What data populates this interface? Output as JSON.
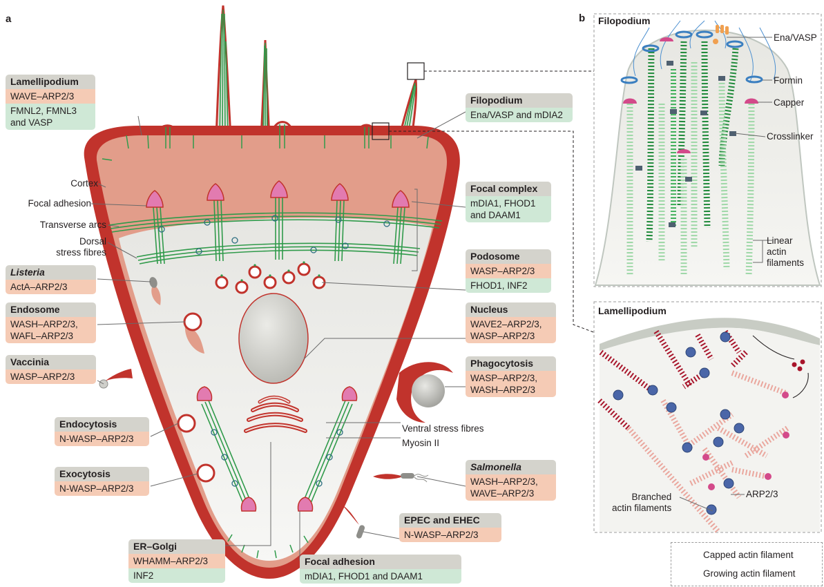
{
  "panel_a": {
    "letter": "a",
    "cell_labels": {
      "cortex": "Cortex",
      "focal_adhesion": "Focal adhesion",
      "transverse_arcs": "Transverse arcs",
      "dorsal_stress_fibres": "Dorsal\nstress fibres",
      "ventral_stress_fibres": "Ventral stress fibres",
      "myosin": "Myosin II"
    },
    "boxes": {
      "lamellipodium": {
        "title": "Lamellipodium",
        "rows": [
          "WAVE–ARP2/3",
          "FMNL2, FMNL3\nand VASP"
        ]
      },
      "filopodium": {
        "title": "Filopodium",
        "rows": [
          "Ena/VASP and mDIA2"
        ]
      },
      "focal_complex": {
        "title": "Focal complex",
        "rows": [
          "mDIA1, FHOD1\nand DAAM1"
        ]
      },
      "podosome": {
        "title": "Podosome",
        "rows": [
          "WASP–ARP2/3",
          "FHOD1, INF2"
        ]
      },
      "listeria": {
        "title": "Listeria",
        "rows": [
          "ActA–ARP2/3"
        ]
      },
      "endosome": {
        "title": "Endosome",
        "rows": [
          "WASH–ARP2/3,\nWAFL–ARP2/3"
        ]
      },
      "nucleus": {
        "title": "Nucleus",
        "rows": [
          "WAVE2–ARP2/3,\nWASP–ARP2/3"
        ]
      },
      "vaccinia": {
        "title": "Vaccinia",
        "rows": [
          "WASP–ARP2/3"
        ]
      },
      "phagocytosis": {
        "title": "Phagocytosis",
        "rows": [
          "WASP–ARP2/3,\nWASH–ARP2/3"
        ]
      },
      "endocytosis": {
        "title": "Endocytosis",
        "rows": [
          "N-WASP–ARP2/3"
        ]
      },
      "exocytosis": {
        "title": "Exocytosis",
        "rows": [
          "N-WASP–ARP2/3"
        ]
      },
      "salmonella": {
        "title": "Salmonella",
        "rows": [
          "WASH–ARP2/3,\nWAVE–ARP2/3"
        ]
      },
      "epec": {
        "title": "EPEC and EHEC",
        "rows": [
          "N-WASP–ARP2/3"
        ]
      },
      "er_golgi": {
        "title": "ER–Golgi",
        "rows": [
          "WHAMM–ARP2/3",
          "INF2"
        ]
      },
      "focal_adhesion_box": {
        "title": "Focal adhesion",
        "rows": [
          "mDIA1, FHOD1 and DAAM1"
        ]
      }
    }
  },
  "panel_b": {
    "letter": "b",
    "filopodium": {
      "title": "Filopodium",
      "labels": {
        "ena_vasp": "Ena/VASP",
        "formin": "Formin",
        "capper": "Capper",
        "crosslinker": "Crosslinker",
        "linear": "Linear\nactin\nfilaments"
      }
    },
    "lamellipodium": {
      "title": "Lamellipodium",
      "labels": {
        "arp23": "ARP2/3",
        "branched": "Branched\nactin filaments"
      }
    },
    "legend": {
      "capped": "Capped actin filament",
      "growing": "Growing actin filament"
    }
  },
  "colors": {
    "membrane": "#c1332c",
    "cortex": "#e29d8a",
    "cytoplasm": "#f3f3f1",
    "actin_green": "#2f9a4a",
    "focal_pink": "#e27bb0",
    "box_header": "#d4d3cc",
    "row_pink": "#f5cbb5",
    "row_green": "#cfe8d6",
    "capped_filament": "#eaa69d",
    "growing_filament": "#a8142a",
    "arp23_blue": "#4a66a8"
  }
}
